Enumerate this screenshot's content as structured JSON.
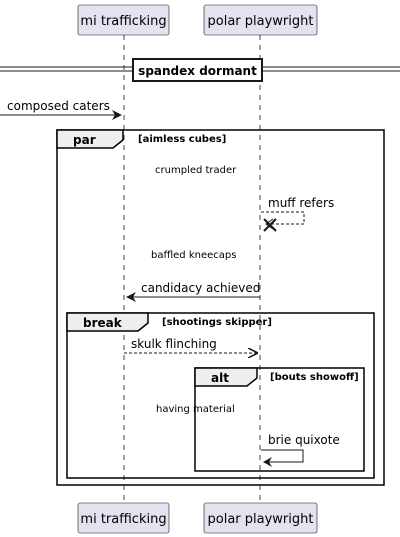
{
  "participants": [
    {
      "name": "mi trafficking"
    },
    {
      "name": "polar playwright"
    }
  ],
  "divider": {
    "label": "spandex dormant"
  },
  "messages": {
    "incoming": "composed caters",
    "muff": "muff refers",
    "candidacy": "candidacy achieved",
    "skulk": "skulk flinching",
    "brie": "brie quixote"
  },
  "notes": {
    "crumpled": "crumpled trader",
    "baffled": "baffled kneecaps",
    "having": "having material"
  },
  "frames": {
    "par": {
      "kind": "par",
      "condition": "[aimless cubes]"
    },
    "break": {
      "kind": "break",
      "condition": "[shootings skipper]"
    },
    "alt": {
      "kind": "alt",
      "condition": "[bouts showoff]"
    }
  },
  "colors": {
    "participant_fill": "#e2e2f0",
    "participant_stroke": "#181818",
    "line": "#181818"
  }
}
